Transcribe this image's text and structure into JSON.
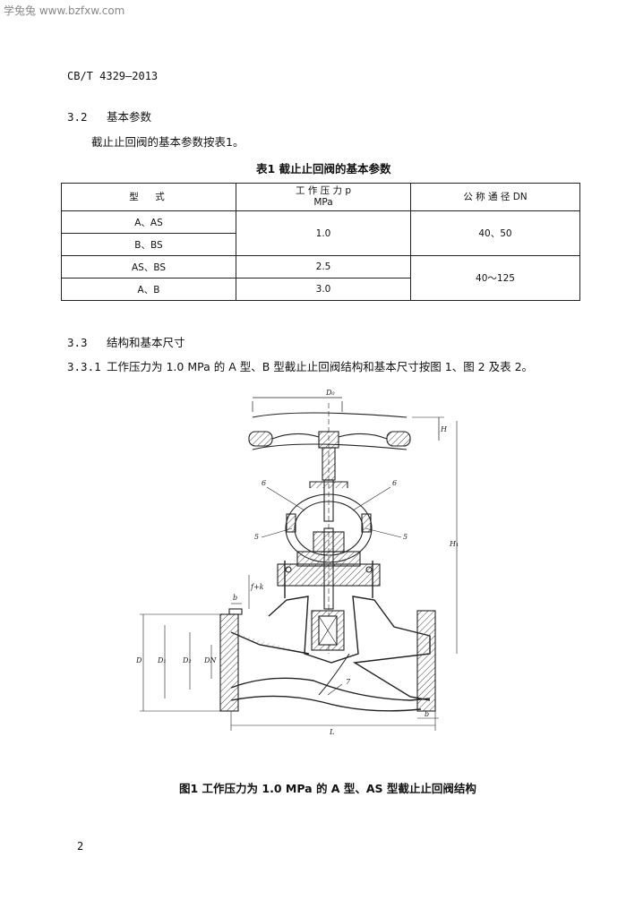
{
  "watermark": "学兔兔 www.bzfxw.com",
  "doc_number": "CB/T 4329—2013",
  "section_3_2": {
    "number": "3.2",
    "title": "基本参数"
  },
  "para_3_2": "截止止回阀的基本参数按表1。",
  "table1": {
    "caption": "表1   截止止回阀的基本参数",
    "headers": {
      "type": "型　式",
      "pressure_line1": "工 作 压 力 p",
      "pressure_line2": "MPa",
      "dn": "公 称 通 径 DN"
    },
    "rows": [
      {
        "type": "A、AS"
      },
      {
        "type": "B、BS"
      },
      {
        "type": "AS、BS"
      },
      {
        "type": "A、B"
      }
    ],
    "pressure_values": [
      "1.0",
      "2.5",
      "3.0"
    ],
    "dn_values": [
      "40、50",
      "40～125"
    ]
  },
  "section_3_3": {
    "number": "3.3",
    "title": "结构和基本尺寸"
  },
  "para_3_3_1": {
    "number": "3.3.1",
    "text": "工作压力为 1.0 MPa 的 A 型、B 型截止止回阀结构和基本尺寸按图 1、图 2 及表 2。"
  },
  "figure": {
    "labels": {
      "d0": "D₀",
      "h_top": "H",
      "h1": "H₁",
      "d_outer": "D",
      "d1": "D₁",
      "d2": "D₂",
      "dn": "DN",
      "b_left": "b",
      "fk": "f+k",
      "b_right": "b",
      "l": "L",
      "label_6_left": "6",
      "label_6_right": "6",
      "label_5_left": "5",
      "label_5_right": "5",
      "label_7": "7"
    },
    "caption": "图1   工作压力为 1.0 MPa 的 A 型、AS 型截止止回阀结构"
  },
  "page_number": "2",
  "colors": {
    "text": "#111111",
    "line": "#222222",
    "hatch": "#444444"
  }
}
